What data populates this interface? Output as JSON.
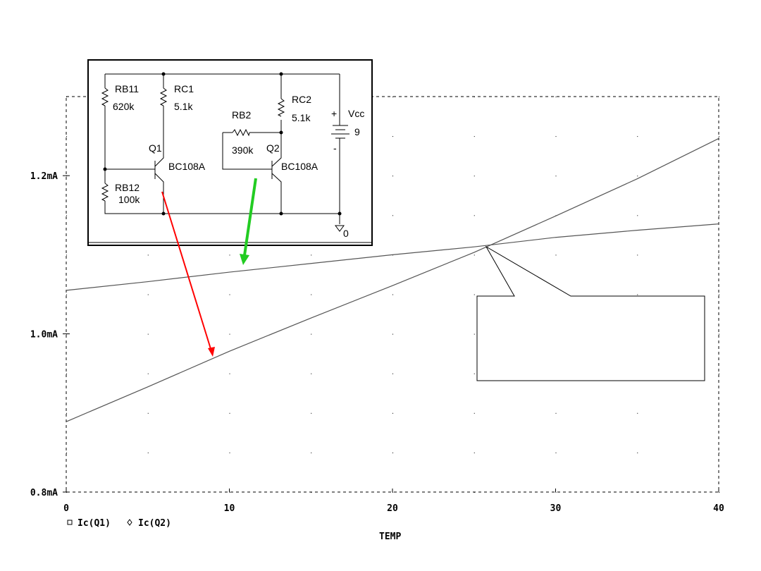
{
  "chart_data": {
    "type": "line",
    "title": "",
    "xlabel": "TEMP",
    "ylabel": "",
    "xlim": [
      0,
      40
    ],
    "ylim": [
      0.8,
      1.3
    ],
    "x_ticks": [
      0,
      10,
      20,
      30,
      40
    ],
    "x_tick_labels": [
      "0",
      "10",
      "20",
      "30",
      "40"
    ],
    "y_ticks": [
      0.8,
      1.0,
      1.2
    ],
    "y_tick_labels": [
      "0.8mA",
      "1.0mA",
      "1.2mA"
    ],
    "grid": "dotted",
    "x": [
      0,
      5,
      10,
      15,
      20,
      25,
      30,
      35,
      40
    ],
    "series": [
      {
        "name": "Ic(Q1)",
        "marker": "square",
        "values": [
          0.889,
          0.933,
          0.978,
          1.02,
          1.061,
          1.103,
          1.149,
          1.196,
          1.247
        ]
      },
      {
        "name": "Ic(Q2)",
        "marker": "diamond",
        "values": [
          1.055,
          1.066,
          1.078,
          1.089,
          1.1,
          1.11,
          1.122,
          1.131,
          1.139
        ]
      }
    ],
    "legend_placement": "bottom-left",
    "annotations": {
      "arrow_q1_color": "#ff0000",
      "arrow_q2_color": "#22cc22"
    }
  },
  "schematic": {
    "rb11": "RB11",
    "rb11_val": "620k",
    "rc1": "RC1",
    "rc1_val": "5.1k",
    "rb12": "RB12",
    "rb12_val": "100k",
    "q1": "Q1",
    "q1_model": "BC108A",
    "rb2": "RB2",
    "rb2_val": "390k",
    "rc2": "RC2",
    "rc2_val": "5.1k",
    "q2": "Q2",
    "q2_model": "BC108A",
    "vcc": "Vcc",
    "vcc_val": "9",
    "plus": "+",
    "minus": "-",
    "gnd": "0"
  }
}
